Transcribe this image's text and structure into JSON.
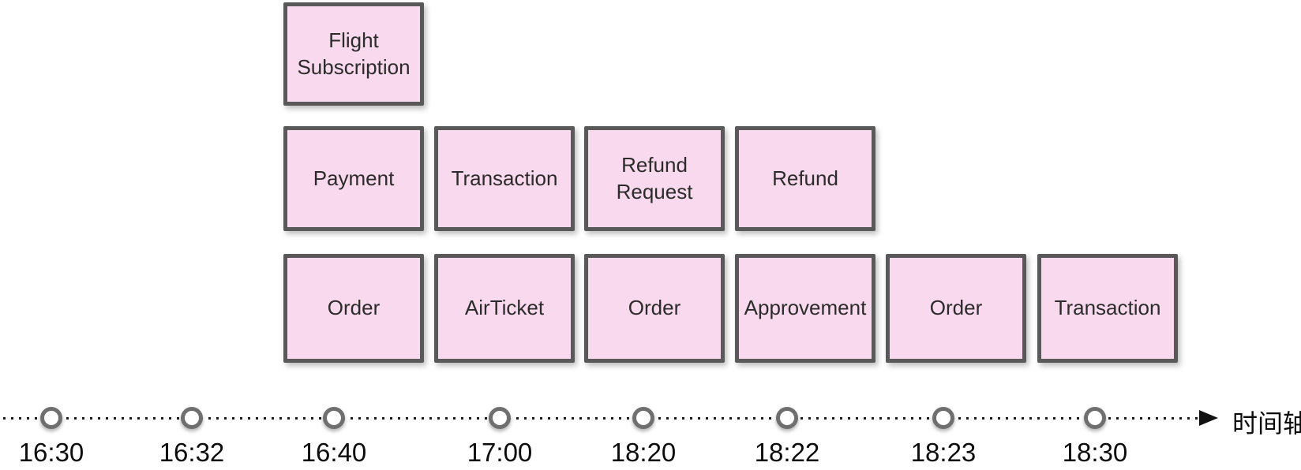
{
  "palette": {
    "box_fill": "#f9d9ee",
    "box_border": "#595959",
    "box_text": "#2b2b2b",
    "axis_color": "#1c1c1c",
    "tick_ring": "#6f6f6f",
    "tick_fill": "#ffffff",
    "background": "#ffffff"
  },
  "boxes": [
    {
      "label": "Flight Subscription",
      "row": 1,
      "col": 1
    },
    {
      "label": "Payment",
      "row": 2,
      "col": 1
    },
    {
      "label": "Transaction",
      "row": 2,
      "col": 2
    },
    {
      "label": "Refund Request",
      "row": 2,
      "col": 3
    },
    {
      "label": "Refund",
      "row": 2,
      "col": 4
    },
    {
      "label": "Order",
      "row": 3,
      "col": 1
    },
    {
      "label": "AirTicket",
      "row": 3,
      "col": 2
    },
    {
      "label": "Order",
      "row": 3,
      "col": 3
    },
    {
      "label": "Approvement",
      "row": 3,
      "col": 4
    },
    {
      "label": "Order",
      "row": 3,
      "col": 5
    },
    {
      "label": "Transaction",
      "row": 3,
      "col": 6
    }
  ],
  "timeline": {
    "times": [
      "16:30",
      "16:32",
      "16:40",
      "17:00",
      "18:20",
      "18:22",
      "18:23",
      "18:30"
    ],
    "axis_label": "时间轴"
  }
}
